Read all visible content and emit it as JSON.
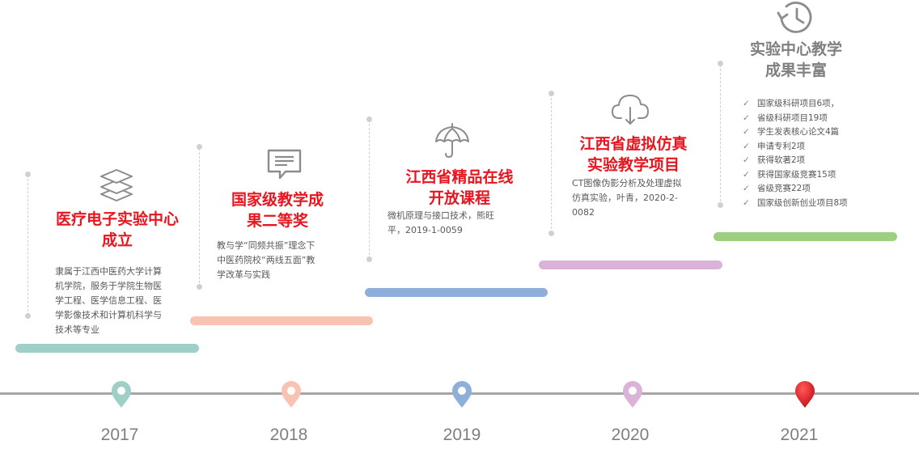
{
  "colors": {
    "y2017": "#9fd0c8",
    "y2018": "#f8c3b3",
    "y2019": "#8fafdb",
    "y2020": "#dcb3d8",
    "y2021_bar": "#9ccf7f",
    "y2021_pin": "#e8141e",
    "title_red": "#e8141e",
    "axis": "#a6a6a6"
  },
  "milestones": [
    {
      "year": "2017",
      "icon": "layers-icon",
      "title_lines": [
        "医疗电子实验中心",
        "成立"
      ],
      "desc_lines": [
        "隶属于江西中医药大学计算",
        "机学院，服务于学院生物医",
        "学工程、医学信息工程、医",
        "学影像技术和计算机科学与",
        "技术等专业"
      ]
    },
    {
      "year": "2018",
      "icon": "message-icon",
      "title_lines": [
        "国家级教学成",
        "果二等奖"
      ],
      "desc_lines": [
        "教与学“同频共振”理念下",
        "中医药院校“两线五面”教",
        "学改革与实践"
      ]
    },
    {
      "year": "2019",
      "icon": "umbrella-icon",
      "title_lines": [
        "江西省精品在线",
        "开放课程"
      ],
      "desc_lines": [
        "微机原理与接口技术，熊旺",
        "平，2019-1-0059"
      ]
    },
    {
      "year": "2020",
      "icon": "cloud-download-icon",
      "title_lines": [
        "江西省虚拟仿真",
        "实验教学项目"
      ],
      "desc_lines": [
        "CT图像伪影分析及处理虚拟",
        "仿真实验，叶青，2020-2-",
        "0082"
      ]
    },
    {
      "year": "2021",
      "icon": "history-clock-icon",
      "title_lines": [
        "实验中心教学",
        "成果丰富"
      ],
      "check_mark": "✓",
      "items": [
        "国家级科研项目6项，",
        "省级科研项目19项",
        "学生发表核心论文4篇",
        "申请专利2项",
        "获得软著2项",
        "获得国家级竞赛15项",
        "省级竞赛22项",
        "国家级创新创业项目8项"
      ]
    }
  ]
}
